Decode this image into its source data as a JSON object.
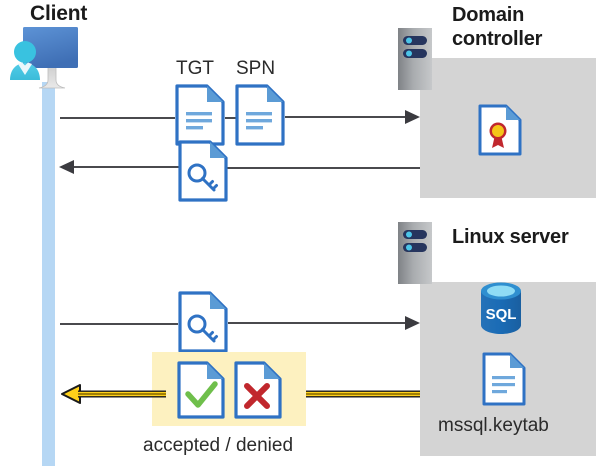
{
  "diagram": {
    "title_client": "Client",
    "title_domain_controller": "Domain\ncontroller",
    "title_domain_controller_line1": "Domain",
    "title_domain_controller_line2": "controller",
    "title_linux_server": "Linux server",
    "labels": {
      "tgt": "TGT",
      "spn": "SPN",
      "keytab_file": "mssql.keytab",
      "accepted_denied": "accepted / denied"
    },
    "icons": {
      "client": "user-workstation-icon",
      "rack_dc": "server-rack-icon",
      "rack_linux": "server-rack-icon",
      "tgt_doc": "document-icon",
      "spn_doc": "document-icon",
      "ticket_key_top": "document-key-icon",
      "ticket_key_bottom": "document-key-icon",
      "certificate": "document-certificate-icon",
      "sql_database": "sql-database-icon",
      "keytab_doc": "document-icon",
      "accepted_doc": "document-check-icon",
      "denied_doc": "document-cross-icon"
    },
    "colors": {
      "panel_gray": "#d4d4d4",
      "lifeline_blue": "#b6d7f4",
      "arrow_gray": "#4a4a4e",
      "arrow_gold": "#ffd11a",
      "highlight_yellow": "#fdf1c0",
      "doc_blue": "#3b7dd8",
      "accent_check_green": "#6fbf4b",
      "accent_cross_red": "#c1272d",
      "sql_blue": "#1a6bb5",
      "seal_red": "#c1272d",
      "seal_gold": "#f5c518"
    },
    "flows": [
      {
        "name": "client-to-dc-request",
        "direction": "right",
        "from": "Client",
        "to": "Domain controller",
        "carries": [
          "TGT",
          "SPN"
        ],
        "style": "gray"
      },
      {
        "name": "dc-to-client-ticket",
        "direction": "left",
        "from": "Domain controller",
        "to": "Client",
        "carries": [
          "service ticket"
        ],
        "style": "gray"
      },
      {
        "name": "client-to-linux-ticket",
        "direction": "right",
        "from": "Client",
        "to": "Linux server",
        "carries": [
          "service ticket"
        ],
        "style": "gray"
      },
      {
        "name": "linux-to-client-result",
        "direction": "left",
        "from": "Linux server",
        "to": "Client",
        "carries": [
          "accepted / denied"
        ],
        "style": "gold"
      }
    ]
  }
}
